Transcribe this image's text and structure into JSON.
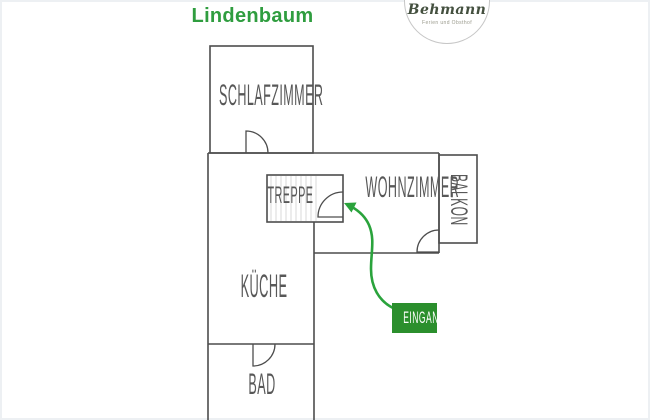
{
  "title": "Lindenbaum",
  "logo": {
    "brand": "Behmann",
    "tagline": "Ferien und Obsthof"
  },
  "floorplan": {
    "rooms": {
      "schlafzimmer": "SCHLAFZIMMER",
      "treppe": "TREPPE",
      "wohnzimmer": "WOHNZIMMER",
      "balkon": "BALKON",
      "kueche": "KÜCHE",
      "bad": "BAD"
    },
    "entrance_label": "EINGANG"
  },
  "colors": {
    "title_green": "#2f9d3f",
    "arrow_green": "#2aa33c",
    "entrance_bg": "#2b8f2d",
    "wall_gray": "#4d4d4d",
    "label_gray": "#585858"
  }
}
